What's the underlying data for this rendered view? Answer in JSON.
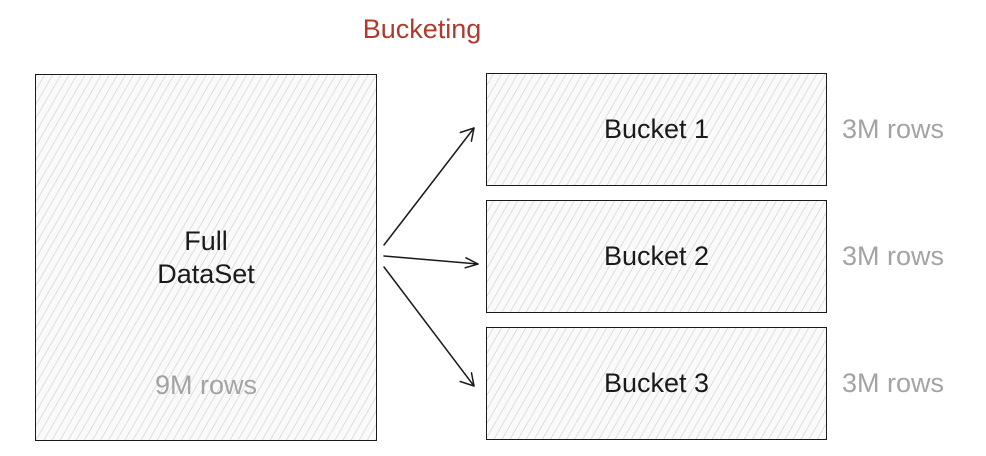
{
  "diagram": {
    "title": "Bucketing",
    "full_dataset": {
      "label_line1": "Full",
      "label_line2": "DataSet",
      "rows": "9M rows"
    },
    "buckets": [
      {
        "label": "Bucket 1",
        "rows": "3M rows"
      },
      {
        "label": "Bucket 2",
        "rows": "3M rows"
      },
      {
        "label": "Bucket 3",
        "rows": "3M rows"
      }
    ],
    "colors": {
      "title": "#b03a2e",
      "muted_text": "#a3a3a3",
      "stroke": "#1a1a1a"
    }
  }
}
